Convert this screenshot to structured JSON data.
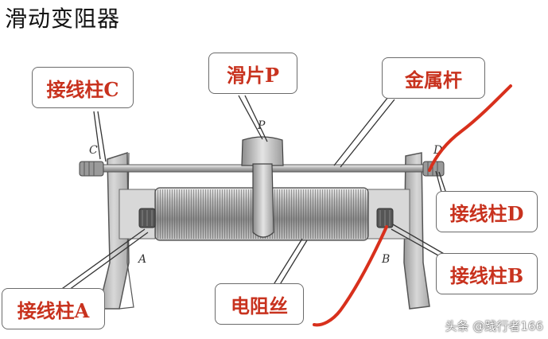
{
  "title": "滑动变阻器",
  "labels": {
    "terminal_c": "接线柱C",
    "slider_p": "滑片P",
    "metal_rod": "金属杆",
    "terminal_d": "接线柱D",
    "terminal_b": "接线柱B",
    "terminal_a": "接线柱A",
    "resistance_wire": "电阻丝"
  },
  "letters": {
    "c": "C",
    "p": "P",
    "d": "D",
    "a": "A",
    "b": "B"
  },
  "watermark": "头条 @践行者166",
  "colors": {
    "callout_text": "#c8321e",
    "annotation_line": "#d8301c"
  }
}
